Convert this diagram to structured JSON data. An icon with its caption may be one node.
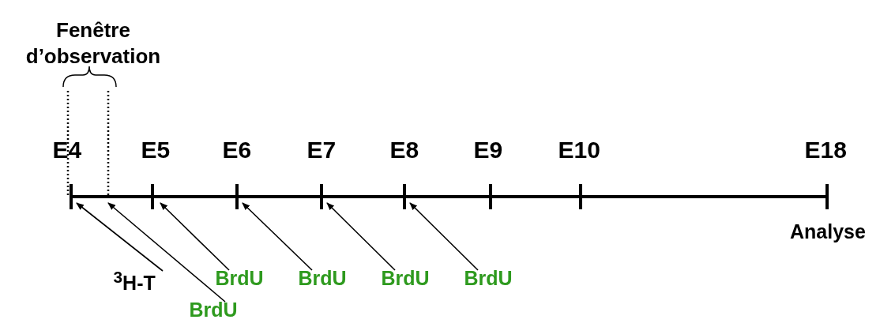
{
  "diagram": {
    "nodes": [
      {
        "text": [
          "$^{3}$H-T"
        ]
      },
      {
        "text": [
          "BrdU"
        ]
      },
      {
        "text": [
          "BrdU"
        ]
      },
      {
        "text": [
          "BrdU"
        ]
      },
      {
        "text": [
          "BrdU"
        ]
      },
      {
        "text": [
          "BrdU"
        ]
      }
    ],
    "edges": [
      {
        "from": 0,
        "to": null,
        "arrow": "to"
      },
      {
        "from": 1,
        "to": null,
        "arrow": "to"
      },
      {
        "from": 2,
        "to": null,
        "arrow": "to"
      },
      {
        "from": 3,
        "to": null,
        "arrow": "to"
      },
      {
        "from": 4,
        "to": null,
        "arrow": "to"
      },
      {
        "from": 5,
        "to": null,
        "arrow": "to"
      }
    ],
    "labels": [
      "Fenêtre d’observation",
      "E4",
      "E5",
      "E6",
      "E7",
      "E8",
      "E9",
      "E10",
      "E18",
      "Analyse"
    ]
  }
}
